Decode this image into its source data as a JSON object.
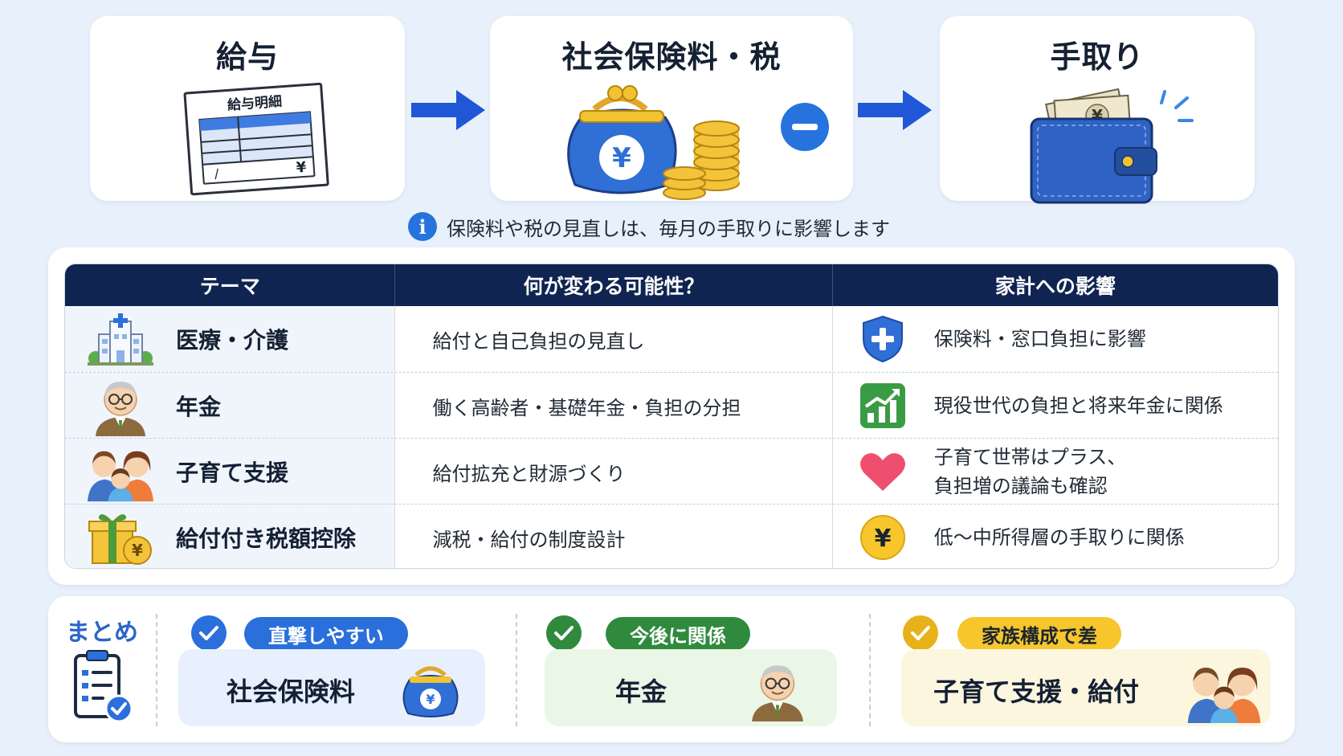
{
  "flow": {
    "salary": {
      "title": "給与",
      "slip_title": "給与明細",
      "slip_yen": "¥",
      "slip_slash": "/"
    },
    "deduction": {
      "title": "社会保険料・税",
      "yen": "¥"
    },
    "takehome": {
      "title": "手取り",
      "yen": "¥"
    }
  },
  "note": {
    "text": "保険料や税の見直しは、毎月の手取りに影響します",
    "icon": "i"
  },
  "table": {
    "headers": [
      "テーマ",
      "何が変わる可能性？",
      "家計への影響"
    ],
    "rows": [
      {
        "theme": "医療・介護",
        "change": "給付と自己負担の見直し",
        "effect": "保険料・窓口負担に影響",
        "theme_icon": "hospital-icon",
        "effect_icon": "shield-plus-icon"
      },
      {
        "theme": "年金",
        "change": "働く高齢者・基礎年金・負担の分担",
        "effect": "現役世代の負担と将来年金に関係",
        "theme_icon": "elderly-man-icon",
        "effect_icon": "growth-chart-icon"
      },
      {
        "theme": "子育て支援",
        "change": "給付拡充と財源づくり",
        "effect_line1": "子育て世帯はプラス、",
        "effect_line2": "負担増の議論も確認",
        "theme_icon": "family-icon",
        "effect_icon": "heart-icon"
      },
      {
        "theme": "給付付き税額控除",
        "change": "減税・給付の制度設計",
        "effect": "低〜中所得層の手取りに関係",
        "theme_icon": "gift-yen-icon",
        "effect_icon": "yen-coin-icon",
        "yen": "¥"
      }
    ]
  },
  "summary": {
    "title": "まとめ",
    "items": [
      {
        "tag": "直撃しやすい",
        "label": "社会保険料",
        "color": "#2a6fdb",
        "bg": "#e7f0fc",
        "yen": "¥"
      },
      {
        "tag": "今後に関係",
        "label": "年金",
        "color": "#2f8a3e",
        "bg": "#eaf6e6"
      },
      {
        "tag": "家族構成で差",
        "label": "子育て支援・給付",
        "color": "#e8b11a",
        "bg": "#fdf6df"
      }
    ]
  },
  "colors": {
    "navy": "#0f2450",
    "blue": "#2673dd",
    "green": "#2f8a3e",
    "yellow": "#f1c232"
  }
}
